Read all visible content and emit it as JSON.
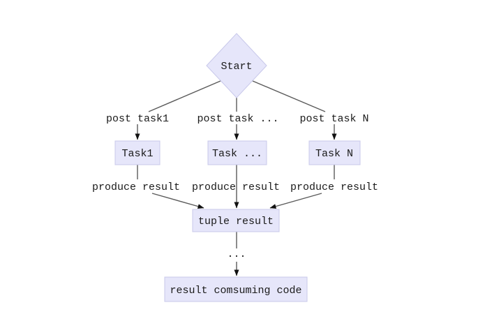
{
  "diagram": {
    "colors": {
      "background": "#ffffff",
      "node_fill": "#e6e6fa",
      "node_border": "#c8c8ea",
      "edge": "#5a5a5a",
      "arrowhead": "#111111",
      "text": "#1a1a1a"
    },
    "nodes": {
      "start": {
        "label": "Start",
        "shape": "diamond"
      },
      "task1": {
        "label": "Task1",
        "shape": "box"
      },
      "task_dots": {
        "label": "Task ...",
        "shape": "box"
      },
      "task_n": {
        "label": "Task N",
        "shape": "box"
      },
      "tuple_result": {
        "label": "tuple result",
        "shape": "box"
      },
      "result_consumer": {
        "label": "result comsuming code",
        "shape": "box"
      }
    },
    "edge_labels": {
      "post_task1": "post task1",
      "post_task_dots": "post task ...",
      "post_task_n": "post task N",
      "produce_result_left": "produce result",
      "produce_result_mid": "produce result",
      "produce_result_right": "produce result",
      "ellipsis": "..."
    }
  }
}
